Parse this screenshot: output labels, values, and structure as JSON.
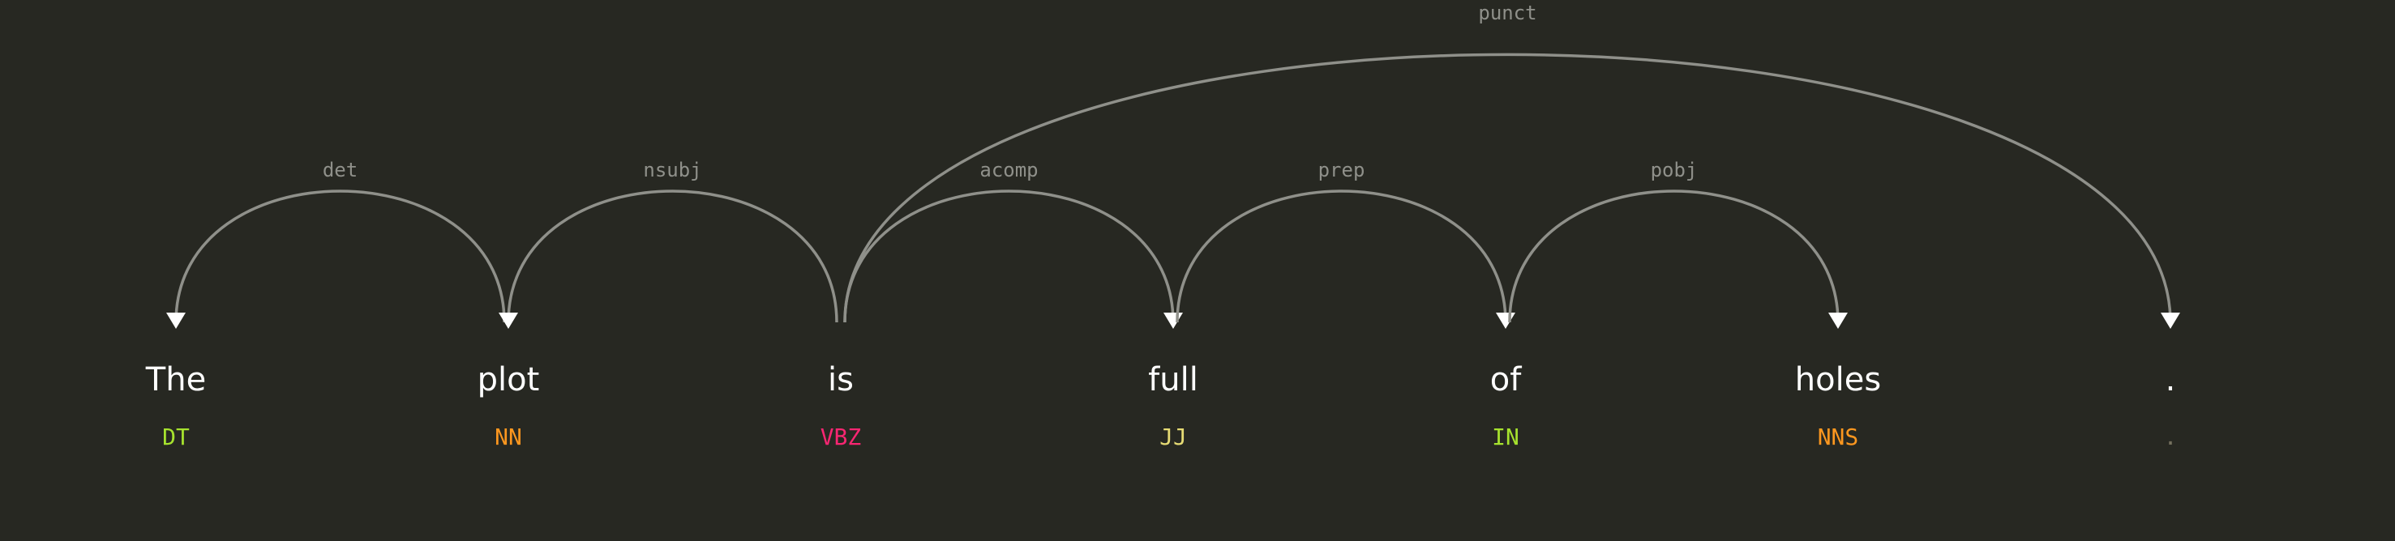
{
  "tokens": [
    {
      "text": "The",
      "tag": "DT"
    },
    {
      "text": "plot",
      "tag": "NN"
    },
    {
      "text": "is",
      "tag": "VBZ"
    },
    {
      "text": "full",
      "tag": "JJ"
    },
    {
      "text": "of",
      "tag": "IN"
    },
    {
      "text": "holes",
      "tag": "NNS"
    },
    {
      "text": ".",
      "tag": "."
    }
  ],
  "arcs": [
    {
      "head": 1,
      "dep": 0,
      "label": "det"
    },
    {
      "head": 2,
      "dep": 1,
      "label": "nsubj"
    },
    {
      "head": 2,
      "dep": 3,
      "label": "acomp"
    },
    {
      "head": 3,
      "dep": 4,
      "label": "prep"
    },
    {
      "head": 4,
      "dep": 5,
      "label": "pobj"
    },
    {
      "head": 2,
      "dep": 6,
      "label": "punct"
    }
  ],
  "colors": {
    "background": "#272822",
    "word": "#ffffff",
    "arc": "#8f908a",
    "arc_label": "#8f908a",
    "arrowhead": "#ffffff",
    "tags": {
      "DT": "#a6e22e",
      "NN": "#fd971f",
      "VBZ": "#f92672",
      "JJ": "#e6db74",
      "IN": "#a6e22e",
      "NNS": "#fd971f",
      ".": "#75715e"
    }
  }
}
